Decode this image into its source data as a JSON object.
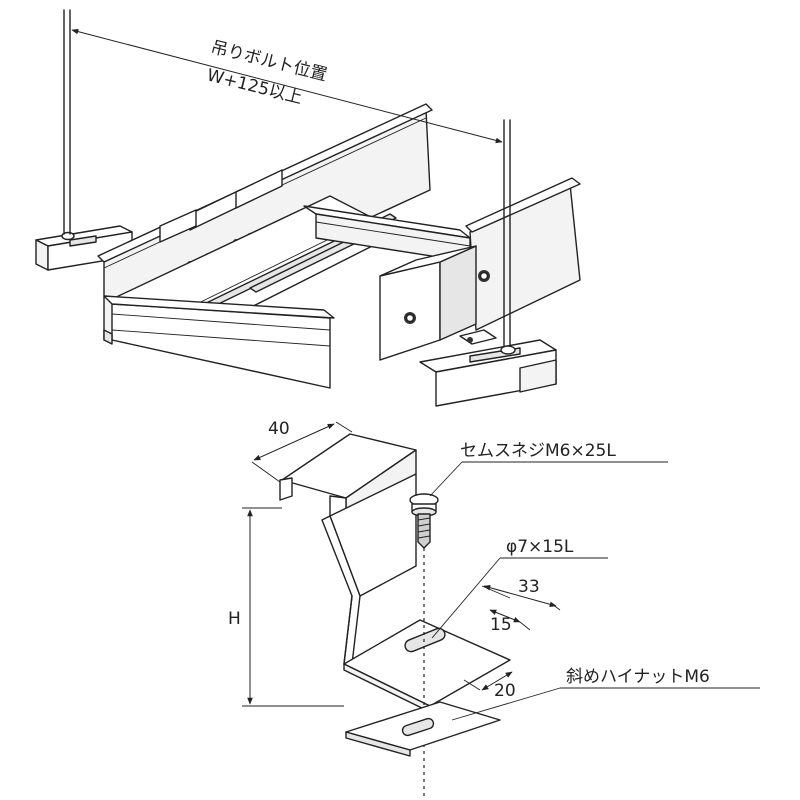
{
  "labels": {
    "bolt_position": "吊りボルト位置",
    "bolt_spacing": "W+125以上",
    "screw": "セムスネジM6×25L",
    "slot": "φ7×15L",
    "width_40": "40",
    "height_h": "H",
    "dim_33": "33",
    "dim_15": "15",
    "dim_20": "20",
    "nut": "斜めハイナットM6"
  }
}
